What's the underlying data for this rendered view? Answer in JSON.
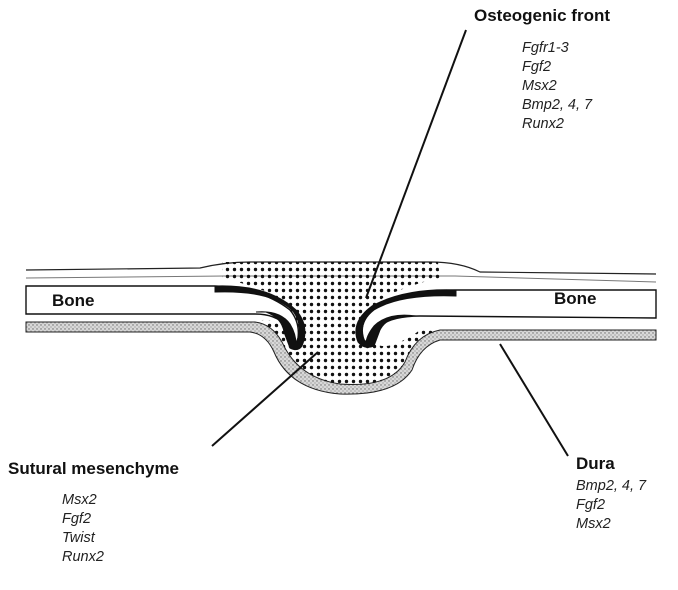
{
  "diagram": {
    "osteogenic_front": {
      "title": "Osteogenic front",
      "genes": [
        "Fgfr1-3",
        "Fgf2",
        "Msx2",
        "Bmp2, 4, 7",
        "Runx2"
      ]
    },
    "sutural_mesenchyme": {
      "title": "Sutural mesenchyme",
      "genes": [
        "Msx2",
        "Fgf2",
        "Twist",
        "Runx2"
      ]
    },
    "dura": {
      "title": "Dura",
      "genes": [
        "Bmp2, 4, 7",
        "Fgf2",
        "Msx2"
      ]
    },
    "bone_left": "Bone",
    "bone_right": "Bone"
  }
}
